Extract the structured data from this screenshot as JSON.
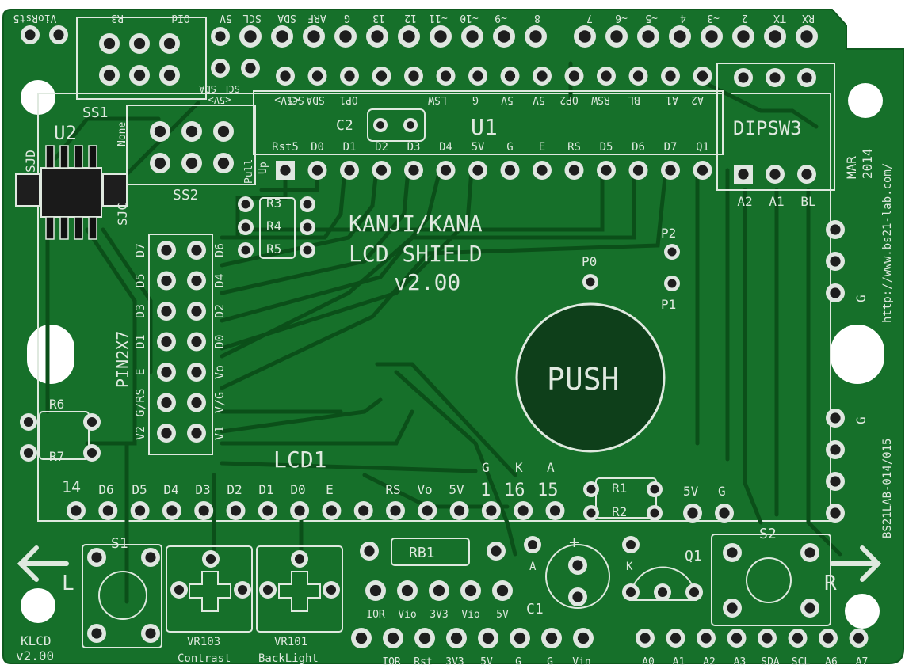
{
  "colors": {
    "board": "#16702a",
    "board_dark": "#0f5a1f",
    "trace": "#0b4f19",
    "pad": "#1e1e1e",
    "pad_ring": "#dfe6e0",
    "silk": "#dfe9df",
    "hole": "#ffffff",
    "push": "#0e3f1a"
  },
  "title": {
    "line1": "KANJI/KANA",
    "line2": "LCD SHIELD",
    "line3": "v2.00"
  },
  "labels": {
    "push": "PUSH",
    "u1": "U1",
    "u2": "U2",
    "c1": "C1",
    "c2": "C2",
    "q1": "Q1",
    "s1": "S1",
    "s2": "S2",
    "ss1": "SS1",
    "ss2": "SS2",
    "sjd": "SJD",
    "sjc": "SJC",
    "dipsw": "DIPSW3",
    "pin2x7": "PIN2X7",
    "lcd1": "LCD1",
    "r1": "R1",
    "r2": "R2",
    "r3": "R3",
    "r4": "R4",
    "r5": "R5",
    "r6": "R6",
    "r7": "R7",
    "rb1": "RB1",
    "p0": "P0",
    "p1": "P1",
    "p2": "P2",
    "vr103": "VR103",
    "vr101": "VR101",
    "contrast": "Contrast",
    "backlight": "BackLight",
    "klcd": "KLCD",
    "klcd_ver": "v2.00",
    "date1": "MAR",
    "date2": "2014",
    "url": "http://www.bs21-lab.com/",
    "serial": "BS21LAB-014/015",
    "arrow_l": "L",
    "arrow_r": "R",
    "none": "None",
    "pull": "Pull",
    "up": "Up",
    "k_label": "K",
    "a_label": "A",
    "k2": "K",
    "a2": "A",
    "plus": "+",
    "g_right1": "G",
    "g_right2": "G",
    "g_top": "G",
    "five_v": "5V",
    "g_bot": "G",
    "one": "1",
    "sixteen": "16",
    "fifteen": "15",
    "fourteen": "14",
    "d_mark": "D"
  },
  "top_header_row": [
    "5V",
    "SCL",
    "SDA",
    "ARF",
    "G",
    "13",
    "12",
    "~11",
    "~10",
    "~9",
    "8",
    "7",
    "~6",
    "~5",
    "4",
    "~3",
    "2",
    "TX",
    "RX"
  ],
  "top_left_row": [
    "VioRst5",
    "R3",
    "OId"
  ],
  "u1_top": [
    "<5V>",
    "SCL",
    "SDA",
    "OP1",
    "LSW",
    "G",
    "5V",
    "5V",
    "OP2",
    "RSW",
    "BL",
    "A1",
    "A2"
  ],
  "u1_bottom": [
    "Rst5",
    "D0",
    "D1",
    "D2",
    "D3",
    "D4",
    "5V",
    "G",
    "E",
    "RS",
    "D5",
    "D6",
    "D7",
    "Q1"
  ],
  "dip_bottom": [
    "A2",
    "A1",
    "BL"
  ],
  "pin2x7_left": [
    "D7",
    "D5",
    "D3",
    "D1",
    "E",
    "G/RS",
    "V2"
  ],
  "pin2x7_right": [
    "D6",
    "D4",
    "D2",
    "D0",
    "Vo",
    "V/G",
    "V1"
  ],
  "lcd_row": [
    "D6",
    "D5",
    "D4",
    "D3",
    "D2",
    "D1",
    "D0",
    "E",
    "RS",
    "Vo",
    "5V"
  ],
  "bottom_left_header": [
    "IOR",
    "Vio",
    "3V3",
    "Vio",
    "5V"
  ],
  "bottom_header": [
    "IOR",
    "Rst",
    "3V3",
    "5V",
    "G",
    "G",
    "Vin"
  ],
  "analog_header": [
    "A0",
    "A1",
    "A2",
    "A3",
    "SDA",
    "SCL",
    "A6",
    "A7"
  ],
  "sda_scl_small": [
    "SDA",
    "SCL",
    "<5V>"
  ]
}
